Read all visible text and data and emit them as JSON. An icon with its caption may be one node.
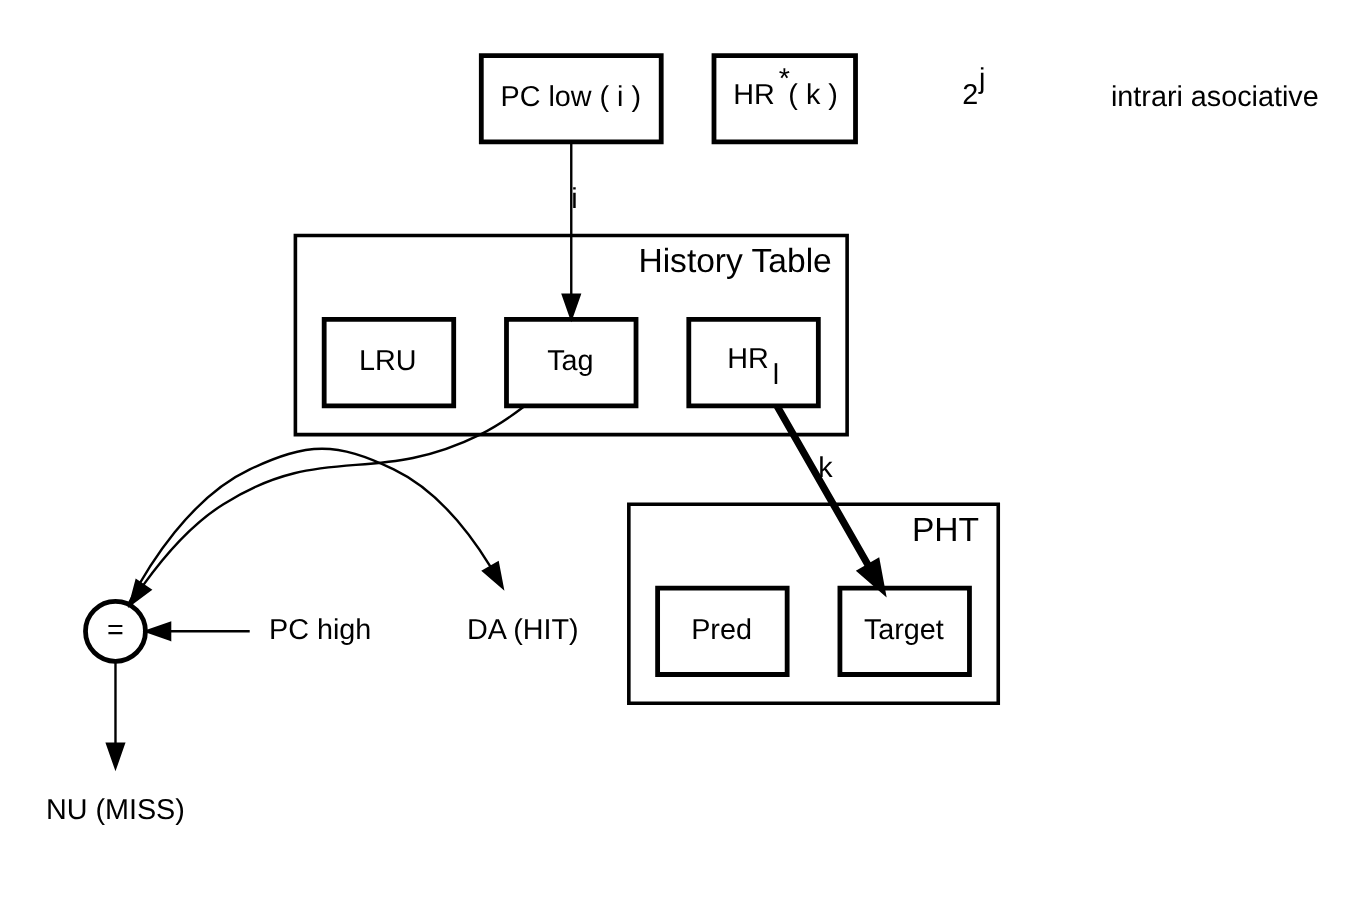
{
  "diagram": {
    "nodes": [
      {
        "text": [
          "PC low ( i )"
        ]
      },
      {
        "text": [
          "HR$^{*}$( k )"
        ]
      },
      {
        "text": [
          "History Table"
        ]
      },
      {
        "text": [
          "Tag"
        ],
        "in": 2
      },
      {
        "text": [
          "HR$_{l}$"
        ],
        "in": 2
      },
      {
        "text": [
          "LRU"
        ],
        "in": 2
      },
      {
        "text": [
          "="
        ]
      },
      {
        "text": [
          "PHT"
        ]
      },
      {
        "text": [
          "Target"
        ],
        "in": 7
      },
      {
        "text": [
          "Pred"
        ],
        "in": 7
      },
      {
        "text": [
          "PC high"
        ]
      },
      {
        "text": [
          "DA (HIT)"
        ]
      },
      {
        "text": [
          "NU (MISS)"
        ]
      }
    ],
    "edges": [
      {
        "from": 0,
        "to": 3,
        "arrow": "to",
        "label": "i"
      },
      {
        "from": 3,
        "to": 6,
        "arrow": "to"
      },
      {
        "from": 10,
        "to": 6,
        "arrow": "to"
      },
      {
        "from": 6,
        "to": 11,
        "arrow": "to"
      },
      {
        "from": 6,
        "to": 12,
        "arrow": "to"
      },
      {
        "from": 4,
        "to": 8,
        "arrow": "to",
        "label": "k",
        "style": "thick"
      }
    ],
    "labels": [
      "2$^{j}$",
      "intrari asociative"
    ]
  }
}
